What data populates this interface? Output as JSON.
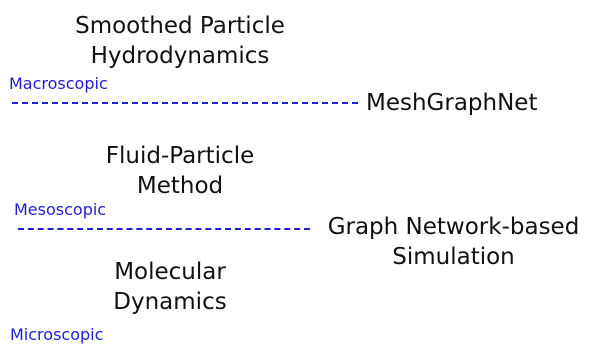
{
  "methods": {
    "sph": {
      "line1": "Smoothed Particle",
      "line2": "Hydrodynamics"
    },
    "fpm": {
      "line1": "Fluid-Particle",
      "line2": "Method"
    },
    "md": {
      "line1": "Molecular",
      "line2": "Dynamics"
    }
  },
  "scales": {
    "macro": "Macroscopic",
    "meso": "Mesoscopic",
    "micro": "Microscopic"
  },
  "models": {
    "mgn": {
      "line1": "MeshGraphNet"
    },
    "gns": {
      "line1": "Graph Network-based",
      "line2": "Simulation"
    }
  },
  "colors": {
    "scale": "#1f1fd1",
    "text": "#111111"
  }
}
